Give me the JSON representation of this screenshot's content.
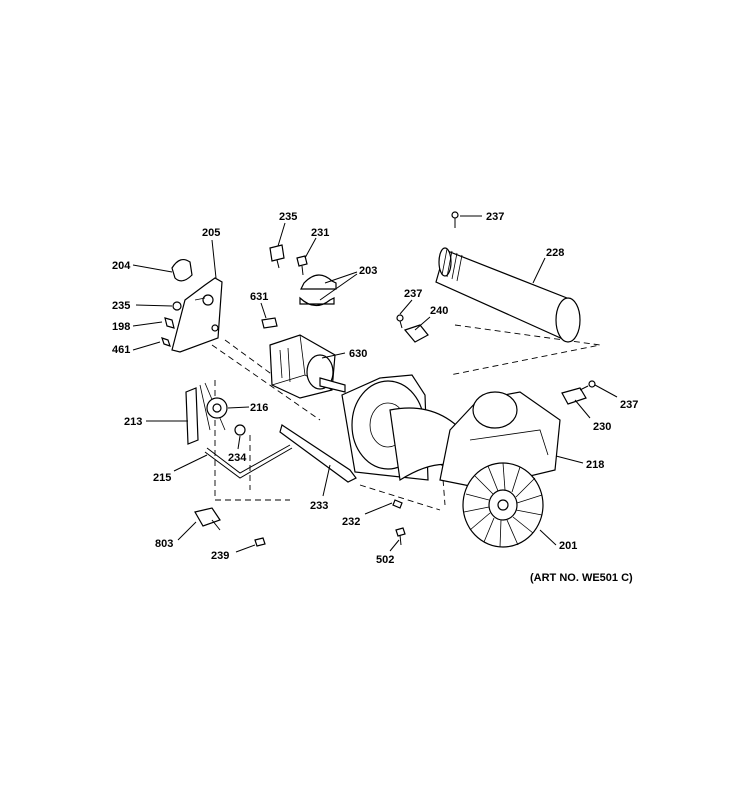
{
  "art_number": "(ART NO. WE501 C)",
  "labels": {
    "p237a": "237",
    "p228": "228",
    "p235a": "235",
    "p231": "231",
    "p203": "203",
    "p205": "205",
    "p204": "204",
    "p235b": "235",
    "p198": "198",
    "p461": "461",
    "p631": "631",
    "p630": "630",
    "p237b": "237",
    "p240": "240",
    "p237c": "237",
    "p230": "230",
    "p213": "213",
    "p216": "216",
    "p234": "234",
    "p215": "215",
    "p233": "233",
    "p218": "218",
    "p232": "232",
    "p201": "201",
    "p502": "502",
    "p803": "803",
    "p239": "239"
  }
}
